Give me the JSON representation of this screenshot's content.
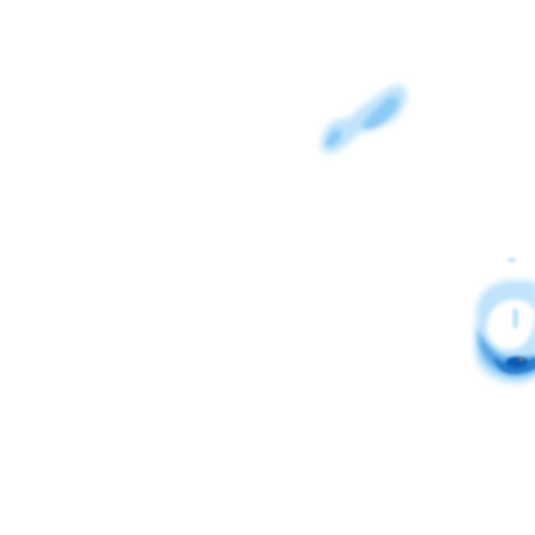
{
  "map": {
    "background": "#ffffff",
    "palette": {
      "light": "#bfe3fb",
      "medium": "#8ccbf4",
      "strong": "#5aa9e6",
      "deep": "#2b7bd0",
      "darkest": "#0f5cb5",
      "peak": "#f28c28"
    },
    "features": [
      {
        "id": "northern-band",
        "intensity": "medium"
      },
      {
        "id": "eastern-ring",
        "intensity": "high"
      },
      {
        "id": "small-speck",
        "intensity": "low"
      }
    ]
  }
}
